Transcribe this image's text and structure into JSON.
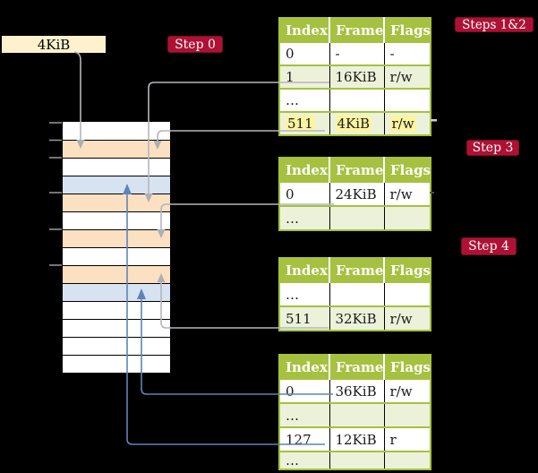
{
  "colors": {
    "background": "#000000",
    "accent_red": "#ae1133",
    "table_header_green": "#a5c13f",
    "table_row_green": "#ecf2da",
    "memory_peach": "#fbe0c1",
    "memory_blue": "#d7e3f1",
    "start_box_cream": "#fdf2cd",
    "highlight_yellow": "#fcf5a0",
    "arrow_gray": "#b5b5bc",
    "arrow_blue": "#5f83b7"
  },
  "start_box": {
    "label": "4KiB"
  },
  "step_labels": {
    "step0": "Step 0",
    "steps_1_2": "Steps 1&2",
    "step3": "Step 3",
    "step4": "Step 4"
  },
  "memory_column": {
    "rows": [
      "white",
      "peach",
      "white",
      "blue",
      "peach",
      "white",
      "peach",
      "white",
      "peach",
      "blue",
      "white",
      "white",
      "white",
      "white"
    ]
  },
  "tables": [
    {
      "name": "page-table-steps-1-2",
      "headers": [
        "Index",
        "Frame",
        "Flags"
      ],
      "rows": [
        {
          "cells": [
            "0",
            "-",
            "-"
          ],
          "shaded": false,
          "highlighted": false
        },
        {
          "cells": [
            "1",
            "16KiB",
            "r/w"
          ],
          "shaded": true,
          "highlighted": false
        },
        {
          "cells": [
            "…",
            "",
            ""
          ],
          "shaded": false,
          "highlighted": false
        },
        {
          "cells": [
            "511",
            "4KiB",
            "r/w"
          ],
          "shaded": true,
          "highlighted": true
        }
      ]
    },
    {
      "name": "page-table-step-3",
      "headers": [
        "Index",
        "Frame",
        "Flags"
      ],
      "rows": [
        {
          "cells": [
            "0",
            "24KiB",
            "r/w"
          ],
          "shaded": false,
          "highlighted": false
        },
        {
          "cells": [
            "…",
            "",
            ""
          ],
          "shaded": true,
          "highlighted": false
        }
      ]
    },
    {
      "name": "page-table-step-4",
      "headers": [
        "Index",
        "Frame",
        "Flags"
      ],
      "rows": [
        {
          "cells": [
            "…",
            "",
            ""
          ],
          "shaded": false,
          "highlighted": false
        },
        {
          "cells": [
            "511",
            "32KiB",
            "r/w"
          ],
          "shaded": true,
          "highlighted": false
        }
      ]
    },
    {
      "name": "page-table-final",
      "headers": [
        "Index",
        "Frame",
        "Flags"
      ],
      "rows": [
        {
          "cells": [
            "0",
            "36KiB",
            "r/w"
          ],
          "shaded": false,
          "highlighted": false
        },
        {
          "cells": [
            "…",
            "",
            ""
          ],
          "shaded": true,
          "highlighted": false
        },
        {
          "cells": [
            "127",
            "12KiB",
            "r"
          ],
          "shaded": false,
          "highlighted": false
        },
        {
          "cells": [
            "…",
            "",
            ""
          ],
          "shaded": true,
          "highlighted": false
        }
      ]
    }
  ]
}
